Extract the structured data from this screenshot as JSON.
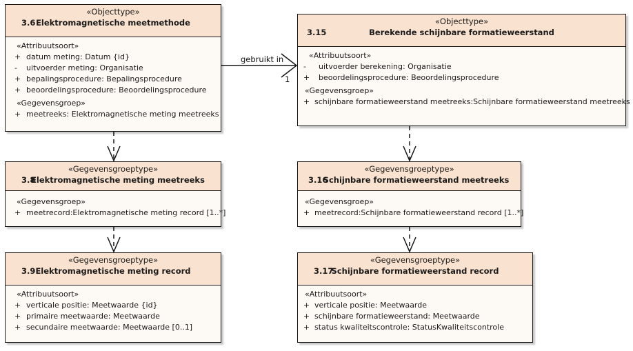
{
  "diagram": {
    "type": "uml-class-diagram",
    "colors": {
      "header_fill": "#f9e2cf",
      "body_fill": "#fdf9f5",
      "border": "#151515",
      "text": "#1a1a1a"
    }
  },
  "classes": [
    {
      "id": "emm",
      "stereotype": "«Objecttype»",
      "number": "3.6",
      "name": "Elektromagnetische meetmethode",
      "compartments": [
        {
          "group": "«Attribuutsoort»",
          "features": [
            {
              "visibility": "+",
              "text": "datum meting: Datum {id}"
            },
            {
              "visibility": "-",
              "text": "uitvoerder meting: Organisatie"
            },
            {
              "visibility": "+",
              "text": "bepalingsprocedure: Bepalingsprocedure"
            },
            {
              "visibility": "+",
              "text": "beoordelingsprocedure: Beoordelingsprocedure"
            }
          ]
        },
        {
          "group": "«Gegevensgroep»",
          "features": [
            {
              "visibility": "+",
              "text": "meetreeks: Elektromagnetische meting meetreeks"
            }
          ]
        }
      ]
    },
    {
      "id": "bsf",
      "stereotype": "«Objecttype»",
      "number": "3.15",
      "name": "Berekende schijnbare formatieweerstand",
      "compartments": [
        {
          "group": "«Attribuutsoort»",
          "features": [
            {
              "visibility": "-",
              "text": "uitvoerder berekening: Organisatie"
            },
            {
              "visibility": "+",
              "text": "beoordelingsprocedure: Beoordelingsprocedure"
            }
          ]
        },
        {
          "group": "«Gegevensgroep»",
          "features": [
            {
              "visibility": "+",
              "text": "schijnbare formatieweerstand meetreeks:Schijnbare formatieweerstand meetreeks"
            }
          ]
        }
      ]
    },
    {
      "id": "emm-reeks",
      "stereotype": "«Gegevensgroeptype»",
      "number": "3.8",
      "name": "Elektromagnetische meting meetreeks",
      "compartments": [
        {
          "group": "«Gegevensgroep»",
          "features": [
            {
              "visibility": "+",
              "text": "meetrecord:Elektromagnetische meting record [1..*]"
            }
          ]
        }
      ]
    },
    {
      "id": "sfw-reeks",
      "stereotype": "«Gegevensgroeptype»",
      "number": "3.16",
      "name": "Schijnbare formatieweerstand meetreeks",
      "compartments": [
        {
          "group": "«Gegevensgroep»",
          "features": [
            {
              "visibility": "+",
              "text": "meetrecord:Schijnbare formatieweerstand record [1..*]"
            }
          ]
        }
      ]
    },
    {
      "id": "emm-record",
      "stereotype": "«Gegevensgroeptype»",
      "number": "3.9",
      "name": "Elektromagnetische meting record",
      "compartments": [
        {
          "group": "«Attribuutsoort»",
          "features": [
            {
              "visibility": "+",
              "text": "verticale positie: Meetwaarde {id}"
            },
            {
              "visibility": "+",
              "text": "primaire meetwaarde: Meetwaarde"
            },
            {
              "visibility": "+",
              "text": "secundaire meetwaarde: Meetwaarde [0..1]"
            }
          ]
        }
      ]
    },
    {
      "id": "sfw-record",
      "stereotype": "«Gegevensgroeptype»",
      "number": "3.17",
      "name": "Schijnbare formatieweerstand record",
      "compartments": [
        {
          "group": "«Attribuutsoort»",
          "features": [
            {
              "visibility": "+",
              "text": "verticale positie: Meetwaarde"
            },
            {
              "visibility": "+",
              "text": "schijnbare formatieweerstand: Meetwaarde"
            },
            {
              "visibility": "+",
              "text": "status kwaliteitscontrole: StatusKwaliteitscontrole"
            }
          ]
        }
      ]
    }
  ],
  "connectors": [
    {
      "id": "assoc-gebruikt-in",
      "kind": "association",
      "label": "gebruikt in",
      "target_multiplicity": "1",
      "from": "emm",
      "to": "bsf"
    },
    {
      "id": "dep-emm-to-reeks",
      "kind": "dependency",
      "label": "",
      "from": "emm",
      "to": "emm-reeks"
    },
    {
      "id": "dep-bsf-to-reeks",
      "kind": "dependency",
      "label": "",
      "from": "bsf",
      "to": "sfw-reeks"
    },
    {
      "id": "dep-emmreeks-to-record",
      "kind": "dependency",
      "label": "",
      "from": "emm-reeks",
      "to": "emm-record"
    },
    {
      "id": "dep-sfwreeks-to-record",
      "kind": "dependency",
      "label": "",
      "from": "sfw-reeks",
      "to": "sfw-record"
    }
  ]
}
